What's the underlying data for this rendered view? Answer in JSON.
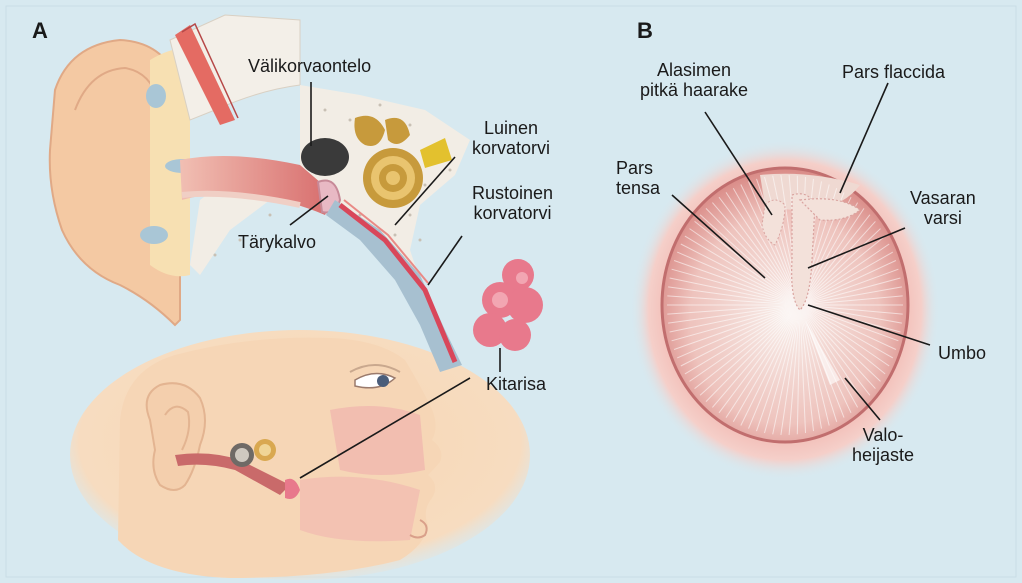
{
  "panels": {
    "a": "A",
    "b": "B"
  },
  "labels_a": {
    "valikorvaontelo": "Välikorvaontelo",
    "luinen_1": "Luinen",
    "luinen_2": "korvatorvi",
    "rustoinen_1": "Rustoinen",
    "rustoinen_2": "korvatorvi",
    "tarykalvo": "Tärykalvo",
    "kitarisa": "Kitarisa"
  },
  "labels_b": {
    "alasimen_1": "Alasimen",
    "alasimen_2": "pitkä haarake",
    "pars_flaccida": "Pars flaccida",
    "pars_tensa_1": "Pars",
    "pars_tensa_2": "tensa",
    "vasaran_1": "Vasaran",
    "vasaran_2": "varsi",
    "umbo": "Umbo",
    "valo_1": "Valo-",
    "valo_2": "heijaste"
  },
  "colors": {
    "background": "#d7e9f0",
    "skin": "#f7d8b8",
    "bone": "#f3efe8",
    "canal": "#e7a49c",
    "tube": "#d9475a",
    "cochlea": "#c79a3c",
    "adenoid": "#e8798c",
    "eardrum_rim": "#e79a96"
  }
}
